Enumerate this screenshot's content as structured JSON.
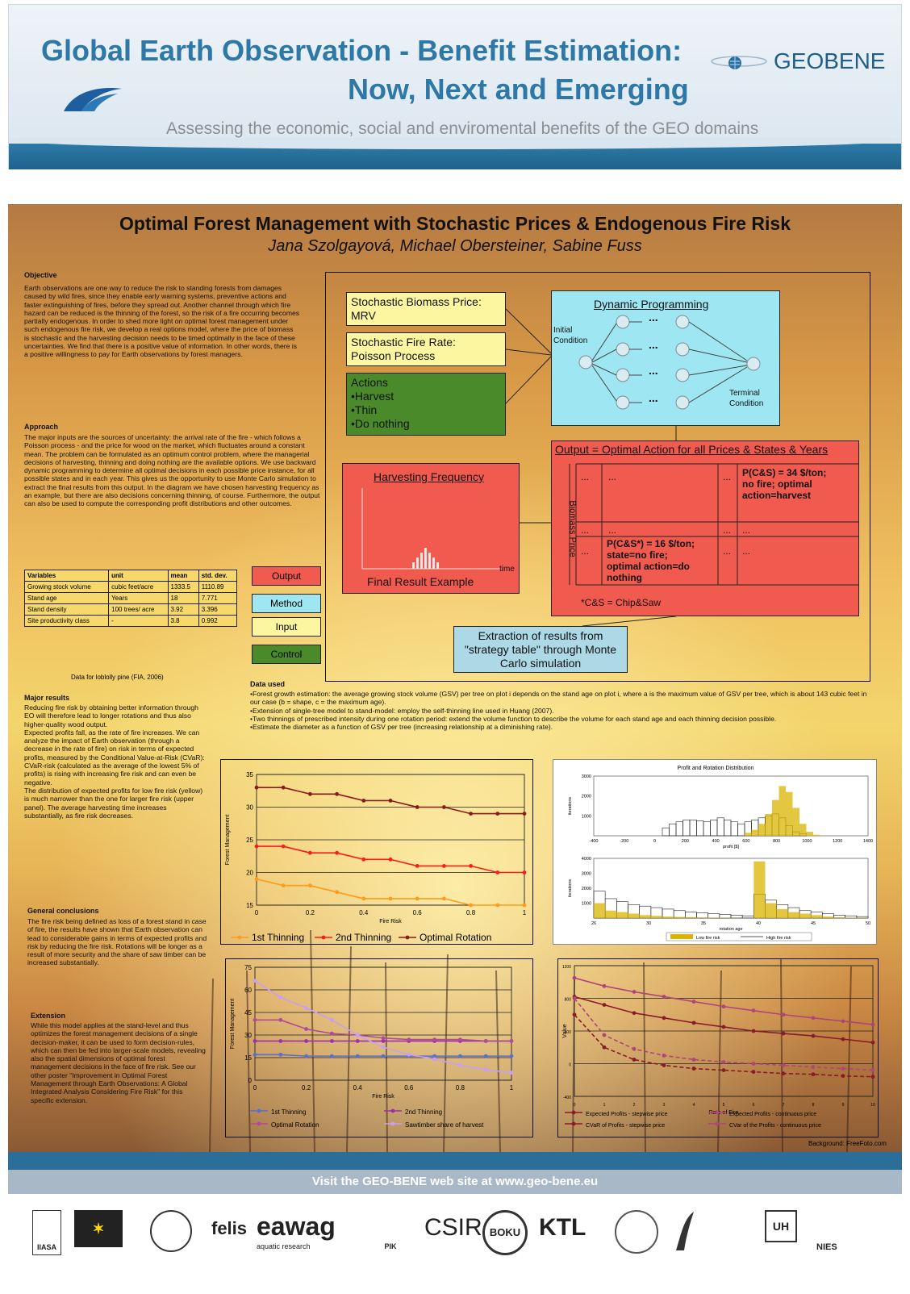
{
  "header": {
    "title_line1": "Global Earth Observation - Benefit Estimation:",
    "title_line2": "Now, Next and Emerging",
    "subtitle": "Assessing the economic, social and enviromental benefits of the GEO domains",
    "brand_geo": "GEO",
    "brand_bene": "BENE"
  },
  "poster": {
    "title": "Optimal Forest Management with Stochastic Prices & Endogenous Fire Risk",
    "authors": "Jana Szolgayová, Michael Obersteiner, Sabine Fuss"
  },
  "sections": {
    "objective_h": "Objective",
    "objective": "Earth observations are one way to reduce the risk to standing forests from damages caused by wild fires, since they enable early warning systems, preventive actions and faster extinguishing of fires, before they spread out. Another channel through which fire hazard can be reduced is the thinning of the forest, so the risk of a fire occurring becomes partially endogenous. In order to shed more light on optimal forest management under such endogenous fire risk, we develop a real options model, where the price of biomass is stochastic and the harvesting decision needs to be timed optimally in the face of these uncertainties. We find that there is a positive value of information. In other words, there is a positive willingness to pay for Earth observations by forest managers.",
    "approach_h": "Approach",
    "approach": "The major inputs are the sources of uncertainty: the arrival rate of the fire - which follows a Poisson process - and the price for wood on the market, which fluctuates around a constant mean. The problem can be formulated as an optimum control problem, where the managerial decisions of harvesting, thinning and doing nothing are the available options. We use backward dynamic programming to determine all optimal decisions in each possible price instance, for all possible states and in each year. This gives us the opportunity to use Monte Carlo simulation to extract the final results from this output. In the diagram we have chosen harvesting frequency as an example, but there are also decisions concerning thinning, of course. Furthermore, the output can also be used to compute the corresponding profit distributions and other outcomes.",
    "table_caption": "Data for loblolly pine (FIA, 2006)",
    "major_h": "Major results",
    "major": "Reducing fire risk by obtaining better information through EO will therefore lead to longer rotations and thus also higher-quality wood output.\nExpected profits fall, as the rate of fire increases. We can analyze the impact of Earth observation (through a decrease in the rate of fire) on risk in terms of expected profits, measured by the Conditional Value-at-Risk (CVaR): CVaR-risk (calculated as the average of the lowest 5% of profits) is rising with increasing fire risk and can even be negative.\nThe distribution of expected profits for low fire risk (yellow) is much narrower than the one for larger fire risk (upper panel). The average harvesting time increases substantially, as fire risk decreases.",
    "general_h": "General conclusions",
    "general": "The fire risk being defined as loss of a forest stand in case of fire, the results have shown that Earth observation can lead to considerable gains in terms of expected profits and risk by reducing the fire risk. Rotations will be longer as a result of more security and the share of saw timber can be increased substantially.",
    "extension_h": "Extension",
    "extension": "While this model applies at the stand-level and thus optimizes the forest management decisions of a single decision-maker, it can be used to form decision-rules, which can then be fed into larger-scale models, revealing also the spatial dimensions of optimal forest management decisions in the face of fire risk. See our other poster \"Improvement in Optimal Forest Management through Earth Observations: A Global Integrated Analysis Considering Fire Risk\" for this specific extension.",
    "data_used_h": "Data used",
    "data_used": "•Forest growth estimation: the average growing stock volume (GSV) per tree on plot i depends on the stand age on plot i, where a is the maximum value of GSV per tree, which is about 143 cubic feet in our case (b = shape, c = the maximum age).\n•Extension of single-tree model to stand-model: employ the self-thinning line used in Huang (2007).\n•Two thinnings of prescribed intensity during one rotation period: extend the volume function to describe the volume for each stand age and each thinning decision possible.\n•Estimate the diameter as a function of GSV per tree (increasing relationship at a diminishing rate)."
  },
  "table": {
    "headers": [
      "Variables",
      "unit",
      "mean",
      "std. dev."
    ],
    "rows": [
      [
        "Growing stock volume",
        "cubic feet/acre",
        "1333.5",
        "1110.89"
      ],
      [
        "Stand age",
        "Years",
        "18",
        "7.771"
      ],
      [
        "Stand density",
        "100 trees/ acre",
        "3.92",
        "3.396"
      ],
      [
        "Site productivity class",
        "-",
        "3.8",
        "0.992"
      ]
    ]
  },
  "legend": {
    "output": "Output",
    "method": "Method",
    "input": "Input",
    "control": "Control",
    "colors": {
      "output": "#f15a4e",
      "method": "#9ee7f2",
      "input": "#fdf6a0",
      "control": "#4a8a2a"
    }
  },
  "diagram": {
    "price": "Stochastic Biomass Price:\nMRV",
    "fire": "Stochastic Fire Rate:\nPoisson Process",
    "actions": "Actions\n•Harvest\n•Thin\n•Do nothing",
    "dp_title": "Dynamic Programming",
    "initial": "Initial\nCondition",
    "terminal": "Terminal\nCondition",
    "dots": "...",
    "output_title": "Output = Optimal Action for all Prices & States & Years",
    "biomass_price": "Biomass Price",
    "cell_a": "P(C&S) = 34 $/ton;\nno fire; optimal\naction=harvest",
    "cell_b": "P(C&S*) = 16 $/ton;\nstate=no fire;\noptimal action=do\nnothing",
    "footnote": "*C&S = Chip&Saw",
    "hf_title": "Harvesting Frequency",
    "hf_time": "time",
    "hf_final": "Final Result Example",
    "extraction": "Extraction of results from\n\"strategy table\" through Monte\nCarlo simulation"
  },
  "chart_data": [
    {
      "type": "line",
      "title": "",
      "xlabel": "Fire Risk",
      "ylabel": "Forest Management",
      "xlim": [
        0,
        1
      ],
      "ylim": [
        15,
        35
      ],
      "x": [
        0,
        0.1,
        0.2,
        0.3,
        0.4,
        0.5,
        0.6,
        0.7,
        0.8,
        0.9,
        1
      ],
      "xticks": [
        "0",
        "0.2",
        "0.4",
        "0.6",
        "0.8",
        "1"
      ],
      "yticks": [
        "15",
        "20",
        "25",
        "30",
        "35"
      ],
      "series": [
        {
          "name": "1st Thinning",
          "color": "#ff9a1a",
          "values": [
            19,
            18,
            18,
            17,
            16,
            16,
            16,
            16,
            15,
            15,
            15
          ]
        },
        {
          "name": "2nd Thinning",
          "color": "#ff1a1a",
          "values": [
            24,
            24,
            23,
            23,
            22,
            22,
            21,
            21,
            21,
            20,
            20
          ]
        },
        {
          "name": "Optimal Rotation",
          "color": "#8b1a1a",
          "values": [
            33,
            33,
            32,
            32,
            31,
            31,
            30,
            30,
            29,
            29,
            29
          ]
        }
      ]
    },
    {
      "type": "bar",
      "title": "Profit and Rotation Distribution",
      "panels": [
        {
          "xlabel": "profit [$]",
          "ylabel": "iterations",
          "xticks": [
            "-400",
            "-200",
            "0",
            "200",
            "400",
            "600",
            "800",
            "1000",
            "1200",
            "1400"
          ],
          "yticks": [
            "1000",
            "2000",
            "3000"
          ],
          "low_fire": [
            0,
            0,
            0,
            0,
            0,
            0,
            0,
            0,
            0,
            0,
            0,
            0,
            0,
            0,
            0,
            0,
            0,
            0,
            0,
            0,
            0,
            0,
            150,
            300,
            600,
            1100,
            1800,
            2500,
            2200,
            1400,
            600,
            200,
            50,
            0,
            0,
            0,
            0,
            0,
            0,
            0
          ],
          "high_fire": [
            0,
            0,
            0,
            0,
            0,
            0,
            0,
            0,
            0,
            0,
            400,
            600,
            700,
            800,
            800,
            750,
            700,
            800,
            900,
            800,
            700,
            600,
            700,
            800,
            900,
            1000,
            1100,
            900,
            500,
            200,
            100,
            0,
            0,
            0,
            0,
            0,
            0,
            0,
            0,
            0
          ]
        },
        {
          "xlabel": "rotation age",
          "ylabel": "iterations",
          "xticks": [
            "26",
            "30",
            "35",
            "40",
            "45",
            "50"
          ],
          "yticks": [
            "1000",
            "2000",
            "3000",
            "4000"
          ],
          "low_fire": [
            1000,
            500,
            400,
            300,
            200,
            150,
            100,
            80,
            60,
            40,
            30,
            20,
            10,
            0,
            3800,
            1000,
            600,
            400,
            300,
            200,
            100,
            50,
            30,
            20
          ],
          "high_fire": [
            1800,
            1300,
            1100,
            900,
            800,
            700,
            600,
            500,
            400,
            350,
            300,
            250,
            200,
            150,
            1600,
            1200,
            900,
            700,
            500,
            400,
            300,
            200,
            150,
            100
          ]
        }
      ],
      "legend": [
        "Low fire risk",
        "High fire risk"
      ]
    },
    {
      "type": "line",
      "xlabel": "Fire Risk",
      "ylabel": "Forest Management",
      "xlim": [
        0,
        1
      ],
      "ylim": [
        0,
        75
      ],
      "x": [
        0,
        0.1,
        0.2,
        0.3,
        0.4,
        0.5,
        0.6,
        0.7,
        0.8,
        0.9,
        1
      ],
      "xticks": [
        "0",
        "0.2",
        "0.4",
        "0.6",
        "0.8",
        "1"
      ],
      "yticks": [
        "0",
        "15",
        "30",
        "45",
        "60",
        "75"
      ],
      "series": [
        {
          "name": "1st Thinning",
          "color": "#5a6fcf",
          "values": [
            17,
            17,
            16,
            16,
            16,
            16,
            16,
            16,
            16,
            16,
            16
          ]
        },
        {
          "name": "2nd Thinning",
          "color": "#9b2fae",
          "values": [
            26,
            26,
            26,
            26,
            26,
            26,
            26,
            26,
            26,
            26,
            26
          ]
        },
        {
          "name": "Optimal Rotation",
          "color": "#b04a9a",
          "values": [
            40,
            40,
            34,
            31,
            30,
            28,
            27,
            27,
            27,
            26,
            26
          ]
        },
        {
          "name": "Sawtimber share of harvest",
          "color": "#c99ef5",
          "values": [
            66,
            55,
            48,
            40,
            30,
            22,
            17,
            14,
            10,
            7,
            5
          ]
        }
      ]
    },
    {
      "type": "line",
      "xlabel": "Rate of Fire",
      "ylabel": "Value",
      "xlim": [
        0,
        10
      ],
      "ylim": [
        -400,
        1200
      ],
      "x": [
        0,
        1,
        2,
        3,
        4,
        5,
        6,
        7,
        8,
        9,
        10
      ],
      "xticks": [
        "0",
        "1",
        "2",
        "3",
        "4",
        "5",
        "6",
        "7",
        "8",
        "9",
        "10"
      ],
      "yticks": [
        "-400",
        "0",
        "400",
        "800",
        "1200"
      ],
      "series": [
        {
          "name": "Expected Profits - stepwise price",
          "color": "#8b1a2a",
          "dash": false,
          "values": [
            820,
            720,
            620,
            560,
            500,
            450,
            400,
            370,
            340,
            300,
            260
          ]
        },
        {
          "name": "Expected Profits - continuous price",
          "color": "#b0457a",
          "dash": false,
          "values": [
            1050,
            950,
            880,
            820,
            760,
            700,
            650,
            600,
            560,
            520,
            480
          ]
        },
        {
          "name": "CVaR of Profits - stepwise price",
          "color": "#8b1a2a",
          "dash": true,
          "values": [
            600,
            200,
            50,
            -20,
            -60,
            -80,
            -100,
            -120,
            -130,
            -150,
            -160
          ]
        },
        {
          "name": "CVar of the Profits - continuous price",
          "color": "#b0457a",
          "dash": true,
          "values": [
            800,
            350,
            180,
            100,
            50,
            20,
            0,
            -20,
            -40,
            -60,
            -80
          ]
        }
      ]
    }
  ],
  "background_credit": "Background: FreeFoto.com",
  "footer": {
    "visit": "Visit the GEO-BENE web site at www.geo-bene.eu",
    "logos": [
      "IIASA",
      "felis",
      "eawag",
      "aquatic research",
      "CSIR",
      "BOKU",
      "KTL",
      "UH",
      "NIES",
      "PIK"
    ]
  }
}
